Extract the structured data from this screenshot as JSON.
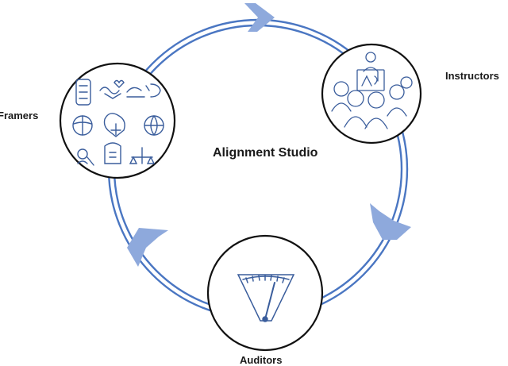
{
  "title": "Alignment Studio",
  "nodes": {
    "framers": {
      "label": "Framers",
      "illustration": "sketch-icon-grid"
    },
    "instructors": {
      "label": "Instructors",
      "illustration": "teacher-with-audience"
    },
    "auditors": {
      "label": "Auditors",
      "illustration": "gauge-meter"
    }
  },
  "cycle": {
    "direction": "clockwise",
    "order": [
      "framers",
      "instructors",
      "auditors"
    ]
  },
  "colors": {
    "ring": "#4a76c2",
    "arrow": "#8ea9dc",
    "sketch": "#3a5d9c",
    "node_border": "#111111",
    "text": "#1a1a1a"
  }
}
